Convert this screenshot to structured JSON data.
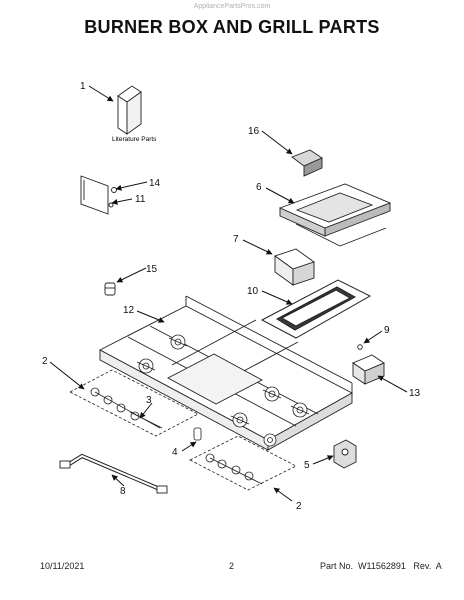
{
  "header": {
    "watermark": "AppliancePartsPros.com",
    "title": "BURNER BOX AND GRILL PARTS"
  },
  "labels": {
    "literature": "Literature Parts"
  },
  "callouts": [
    "1",
    "16",
    "14",
    "11",
    "6",
    "7",
    "15",
    "10",
    "12",
    "9",
    "2",
    "13",
    "3",
    "4",
    "5",
    "8",
    "2"
  ],
  "footer": {
    "date": "10/11/2021",
    "page": "2",
    "part": "Part No.  W11562891   Rev.  A"
  }
}
